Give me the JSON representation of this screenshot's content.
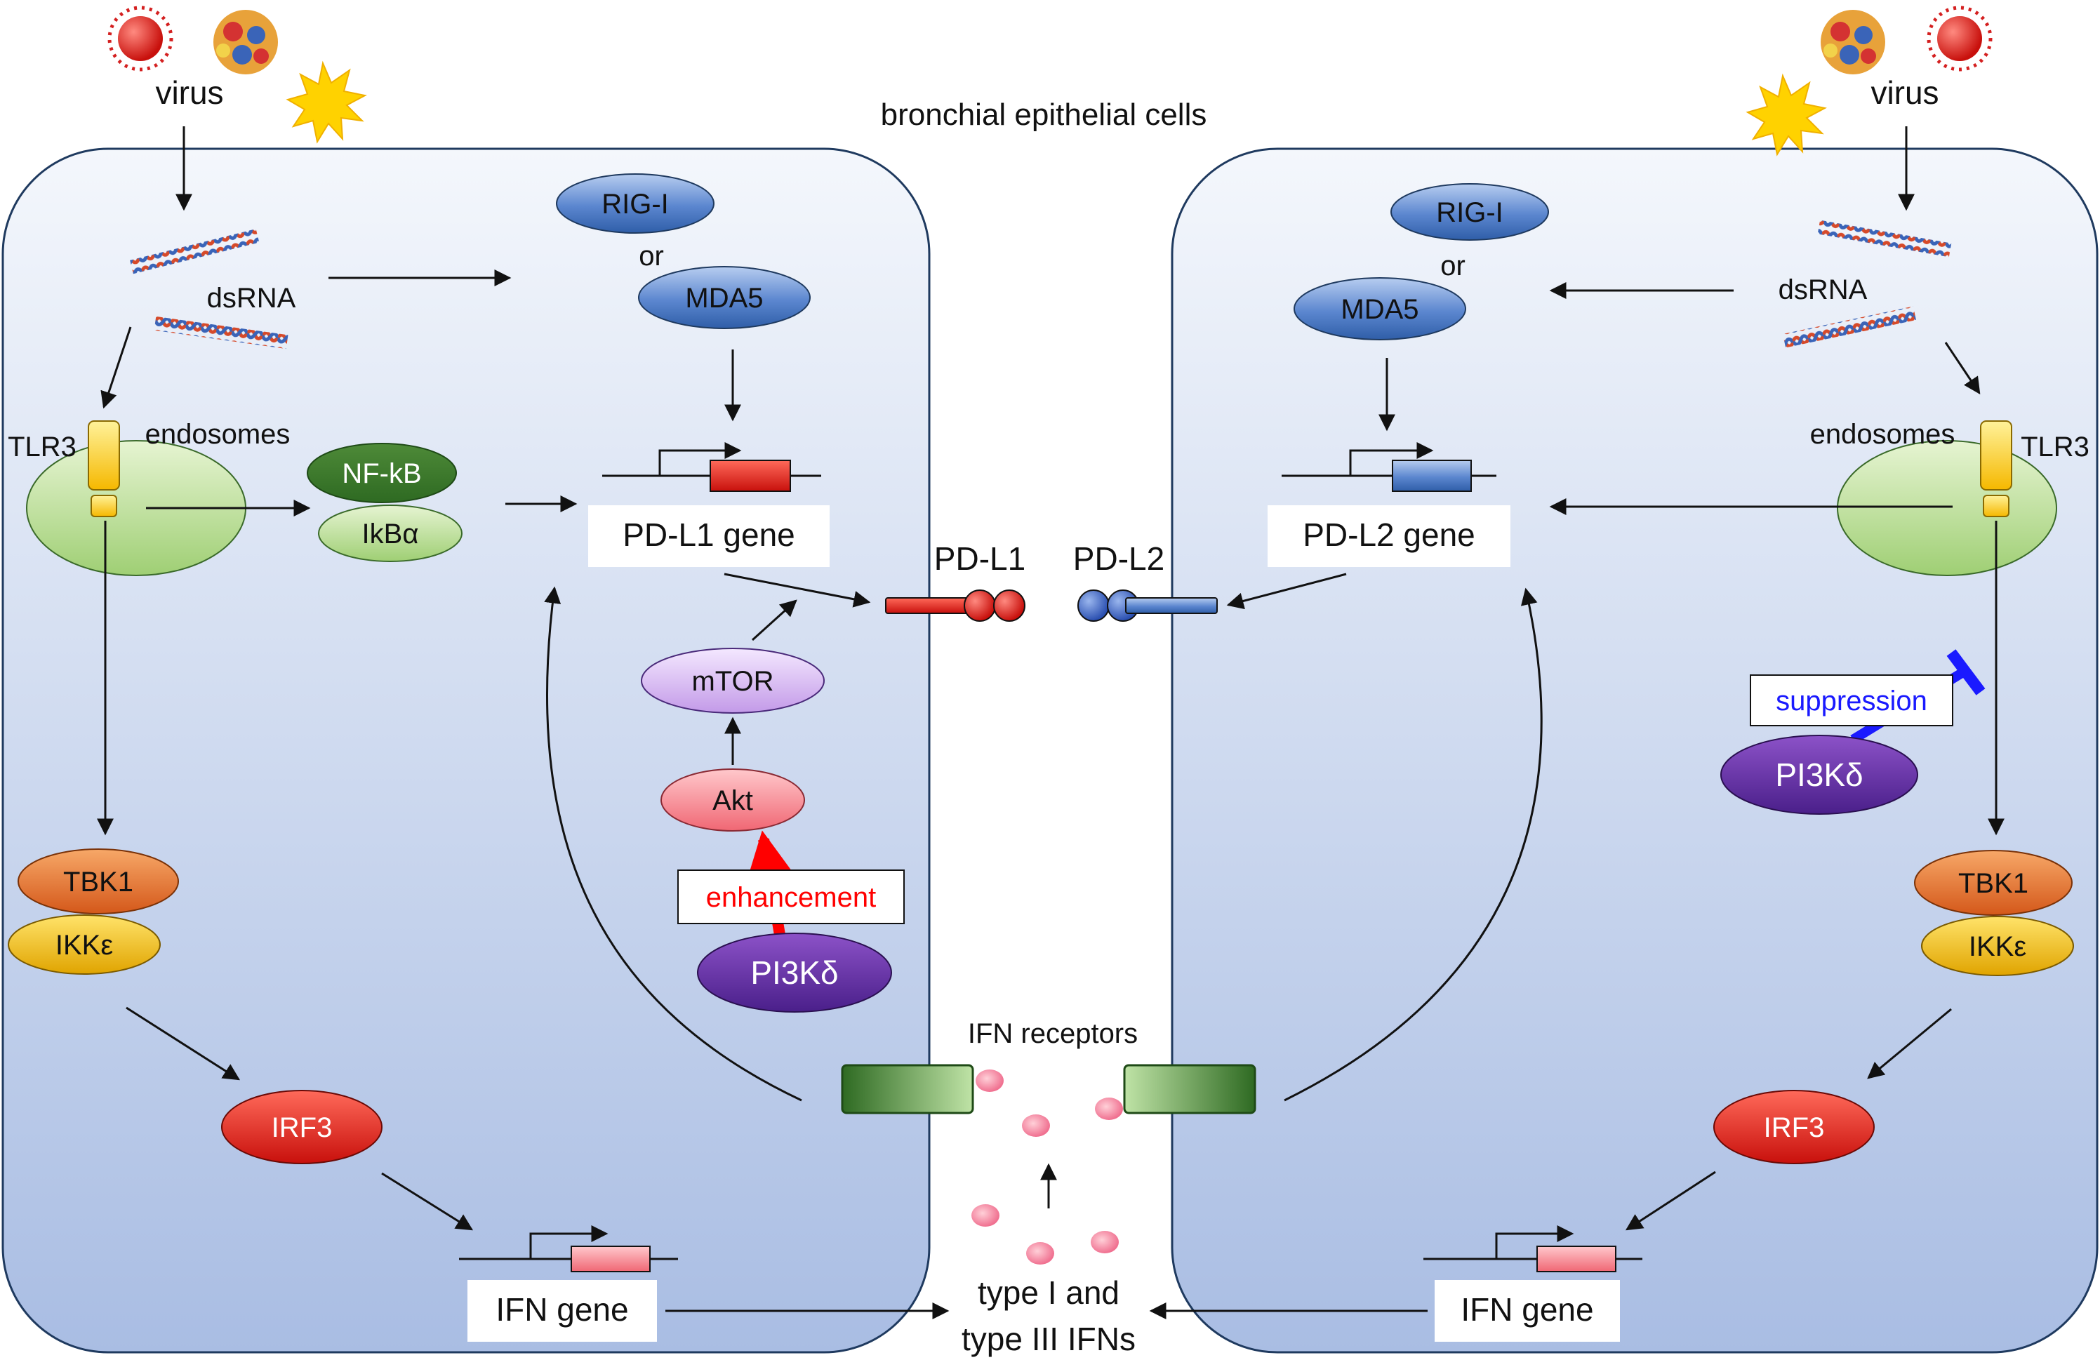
{
  "title": "bronchial epithelial cells",
  "virus_label": "virus",
  "dsrna_label": "dsRNA",
  "endosomes_label": "endosomes",
  "tlr3_label": "TLR3",
  "rigi_label": "RIG-I",
  "or_label": "or",
  "mda5_label": "MDA5",
  "nfkb_label": "NF-kB",
  "ikba_label": "IkBα",
  "pdl1_gene_label": "PD-L1 gene",
  "pdl2_gene_label": "PD-L2 gene",
  "pdl1_label": "PD-L1",
  "pdl2_label": "PD-L2",
  "mtor_label": "mTOR",
  "akt_label": "Akt",
  "enhancement_label": "enhancement",
  "suppression_label": "suppression",
  "pi3kd_label": "PI3Kδ",
  "tbk1_label": "TBK1",
  "ikke_label": "IKKε",
  "irf3_label": "IRF3",
  "ifn_gene_label": "IFN gene",
  "ifn_receptors_label": "IFN receptors",
  "ifns_line1": "type I and",
  "ifns_line2": "type III IFNs",
  "colors": {
    "cell_top": "#f4f7fc",
    "cell_bottom": "#a9bde3",
    "pdl1_red": "#e8281e",
    "pdl2_blue": "#3a5fbf",
    "enhancement": "#ff0000",
    "suppression": "#1a1aff",
    "pi3kd_purple": "#6a2fa8"
  }
}
